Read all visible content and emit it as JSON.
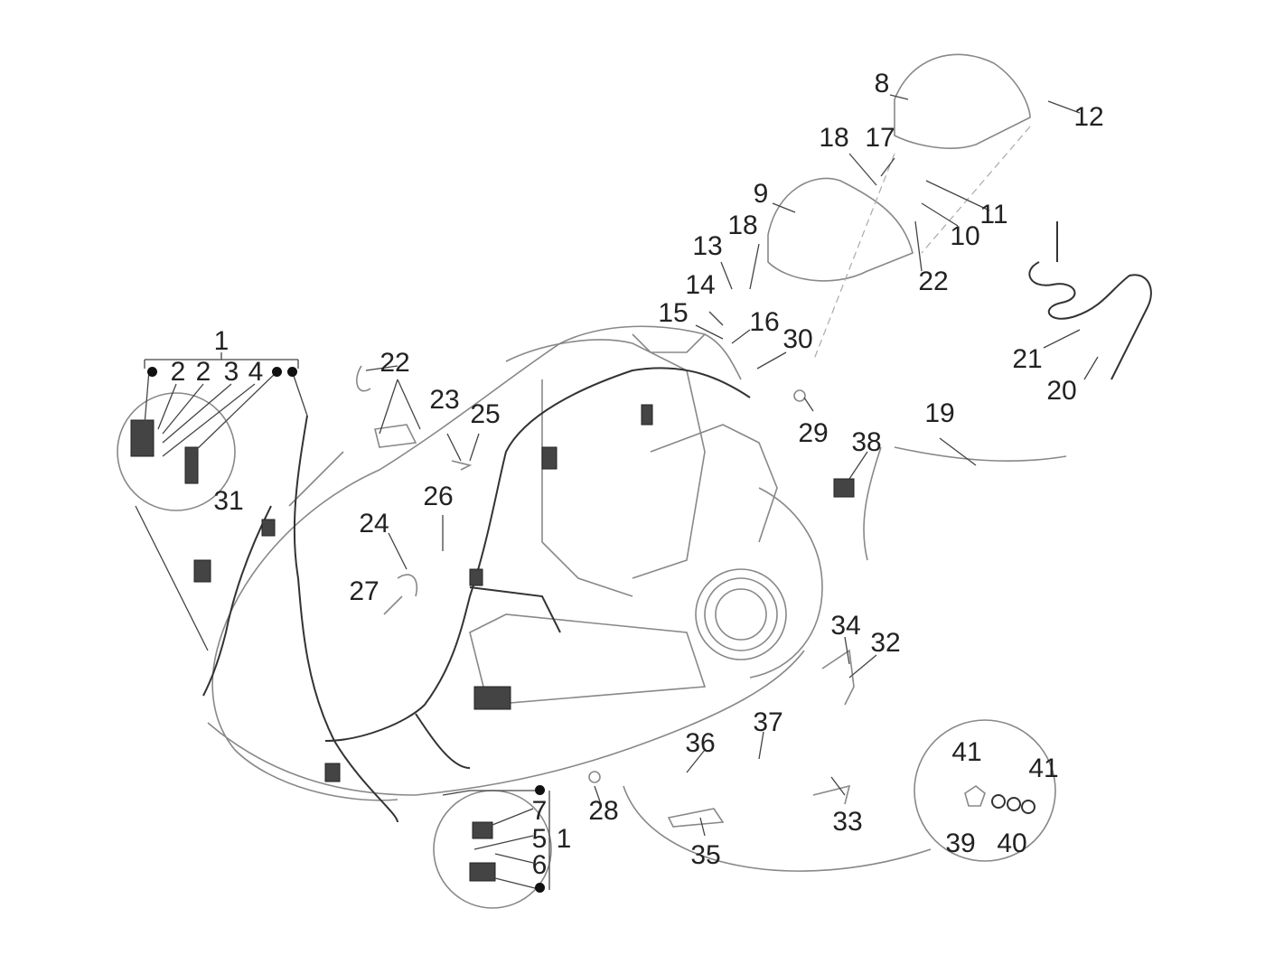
{
  "diagram": {
    "title": "Electrical system - wiring harness exploded view",
    "callouts": [
      {
        "id": "c1",
        "text": "1"
      },
      {
        "id": "c2a",
        "text": "2"
      },
      {
        "id": "c2b",
        "text": "2"
      },
      {
        "id": "c3",
        "text": "3"
      },
      {
        "id": "c4",
        "text": "4"
      },
      {
        "id": "c5",
        "text": "5"
      },
      {
        "id": "c1b",
        "text": "1"
      },
      {
        "id": "c6",
        "text": "6"
      },
      {
        "id": "c7",
        "text": "7"
      },
      {
        "id": "c8",
        "text": "8"
      },
      {
        "id": "c9",
        "text": "9"
      },
      {
        "id": "c10",
        "text": "10"
      },
      {
        "id": "c11",
        "text": "11"
      },
      {
        "id": "c12",
        "text": "12"
      },
      {
        "id": "c13",
        "text": "13"
      },
      {
        "id": "c14",
        "text": "14"
      },
      {
        "id": "c15",
        "text": "15"
      },
      {
        "id": "c16",
        "text": "16"
      },
      {
        "id": "c17",
        "text": "17"
      },
      {
        "id": "c18a",
        "text": "18"
      },
      {
        "id": "c18b",
        "text": "18"
      },
      {
        "id": "c19",
        "text": "19"
      },
      {
        "id": "c20",
        "text": "20"
      },
      {
        "id": "c21",
        "text": "21"
      },
      {
        "id": "c22a",
        "text": "22"
      },
      {
        "id": "c22b",
        "text": "22"
      },
      {
        "id": "c23",
        "text": "23"
      },
      {
        "id": "c24",
        "text": "24"
      },
      {
        "id": "c25",
        "text": "25"
      },
      {
        "id": "c26",
        "text": "26"
      },
      {
        "id": "c27",
        "text": "27"
      },
      {
        "id": "c28",
        "text": "28"
      },
      {
        "id": "c29",
        "text": "29"
      },
      {
        "id": "c30",
        "text": "30"
      },
      {
        "id": "c31",
        "text": "31"
      },
      {
        "id": "c32",
        "text": "32"
      },
      {
        "id": "c33",
        "text": "33"
      },
      {
        "id": "c34",
        "text": "34"
      },
      {
        "id": "c35",
        "text": "35"
      },
      {
        "id": "c36",
        "text": "36"
      },
      {
        "id": "c37",
        "text": "37"
      },
      {
        "id": "c38",
        "text": "38"
      },
      {
        "id": "c39",
        "text": "39"
      },
      {
        "id": "c40",
        "text": "40"
      },
      {
        "id": "c41a",
        "text": "41"
      },
      {
        "id": "c41b",
        "text": "41"
      }
    ]
  }
}
